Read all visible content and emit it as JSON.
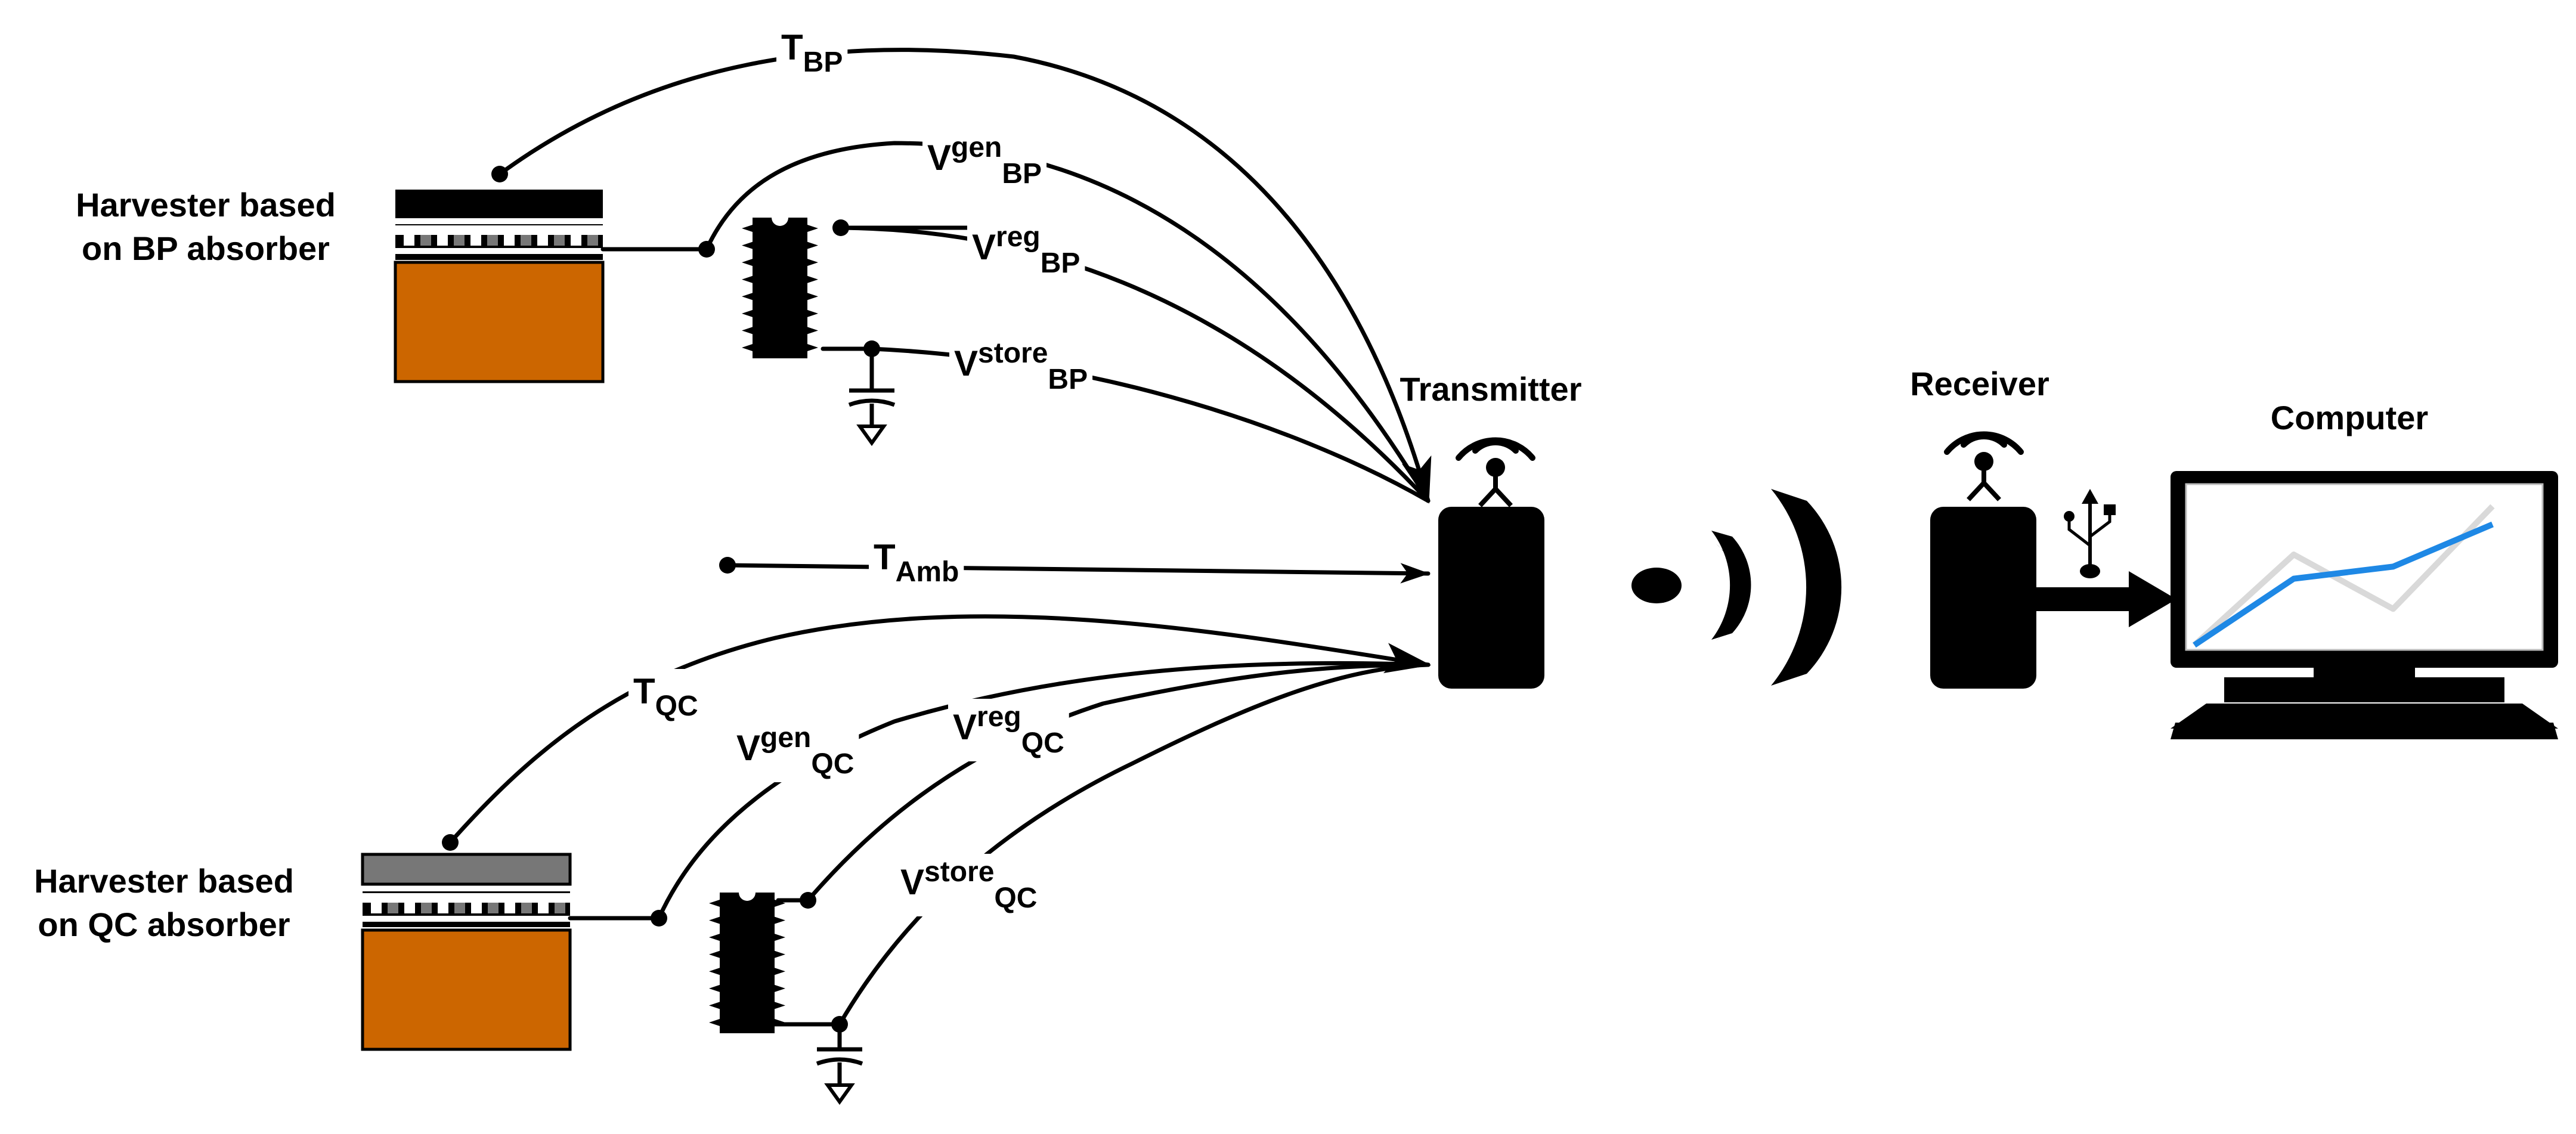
{
  "harvesters": {
    "bp": {
      "label_line1": "Harvester based",
      "label_line2": "on BP absorber",
      "top_color": "#000000",
      "base_color": "#cc6600"
    },
    "qc": {
      "label_line1": "Harvester based",
      "label_line2": "on QC absorber",
      "top_color": "#777777",
      "base_color": "#cc6600"
    }
  },
  "signals": {
    "t_bp": {
      "main": "T",
      "sup": "",
      "sub": "BP"
    },
    "vgen_bp": {
      "main": "V",
      "sup": "gen",
      "sub": "BP"
    },
    "vreg_bp": {
      "main": "V",
      "sup": "reg",
      "sub": "BP"
    },
    "vstore_bp": {
      "main": "V",
      "sup": "store",
      "sub": "BP"
    },
    "t_amb": {
      "main": "T",
      "sup": "",
      "sub": "Amb"
    },
    "t_qc": {
      "main": "T",
      "sup": "",
      "sub": "QC"
    },
    "vgen_qc": {
      "main": "V",
      "sup": "gen",
      "sub": "QC"
    },
    "vreg_qc": {
      "main": "V",
      "sup": "reg",
      "sub": "QC"
    },
    "vstore_qc": {
      "main": "V",
      "sup": "store",
      "sub": "QC"
    }
  },
  "devices": {
    "transmitter": "Transmitter",
    "receiver": "Receiver",
    "computer": "Computer"
  },
  "icons": {
    "antenna": "antenna-icon",
    "wireless": "wireless-signal-icon",
    "usb": "usb-icon",
    "ic_chip": "ic-chip-icon",
    "capacitor": "capacitor-ground-icon",
    "monitor": "computer-monitor-icon"
  },
  "screen_plot": {
    "series": [
      {
        "color": "#1e88e5",
        "values": [
          0,
          0.55,
          0.65,
          1.0
        ]
      },
      {
        "color": "#d9d9d9",
        "values": [
          0,
          0.75,
          0.3,
          1.15
        ]
      }
    ]
  }
}
